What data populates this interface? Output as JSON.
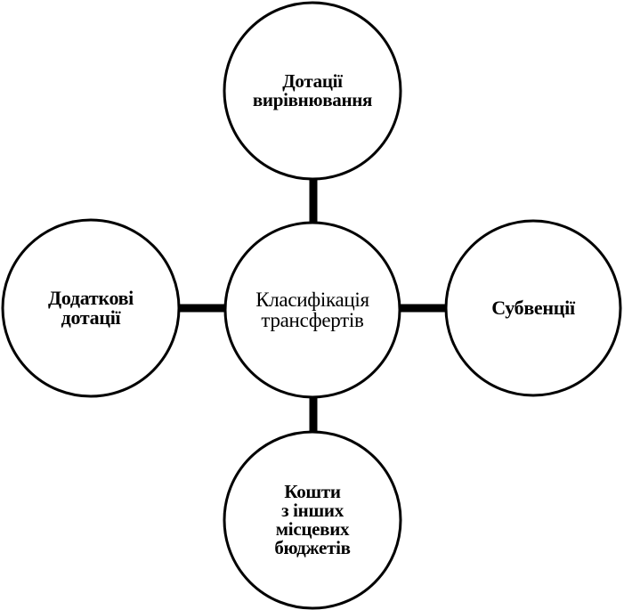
{
  "colors": {
    "stroke": "#000000",
    "background": "#ffffff"
  },
  "nodes": {
    "center": {
      "label": "Класифікація\nтрансфертів"
    },
    "top": {
      "label": "Дотації\nвирівнювання"
    },
    "left": {
      "label": "Додаткові\nдотації"
    },
    "right": {
      "label": "Субвенції"
    },
    "bottom": {
      "label": "Кошти\nз інших\nмісцевих\nбюджетів"
    }
  }
}
